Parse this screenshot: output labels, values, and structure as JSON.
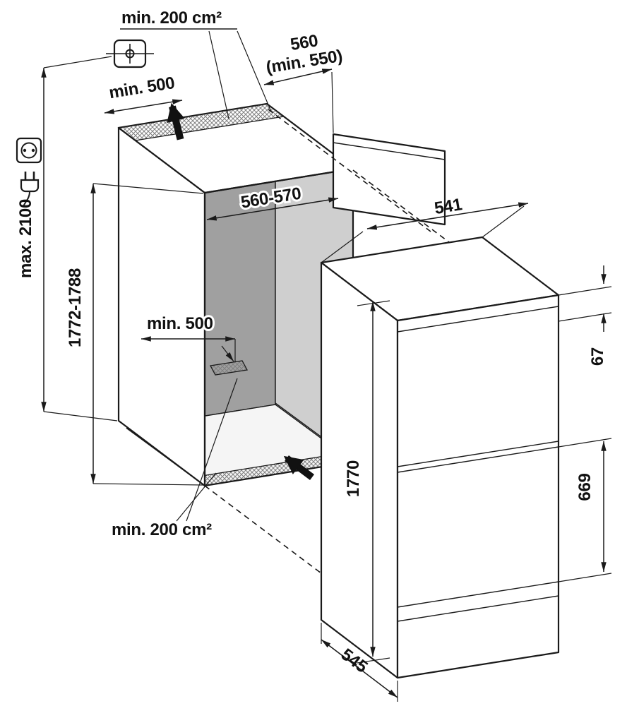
{
  "diagram": {
    "vent_labels": {
      "top": "min. 200 cm²",
      "bottom": "min. 200 cm²"
    },
    "dimensions": {
      "max_installation_height": "max. 2100",
      "niche_height": "1772-1788",
      "niche_width": "560-570",
      "furniture_depth": "560",
      "furniture_depth_min": "(min. 550)",
      "top_air_duct": "min. 500",
      "base_air_duct": "min. 500",
      "appliance_width": "541",
      "appliance_height": "1770",
      "appliance_depth": "545",
      "upper_section": "67",
      "lower_door": "669"
    },
    "icons": {
      "junction_box": "ceiling-outlet-symbol",
      "socket": "earthed-socket-symbol",
      "plug": "mains-plug-symbol"
    },
    "colors": {
      "line": "#1a1a1a",
      "niche_back_wall": "#a0a0a0",
      "niche_side_wall": "#cfcfcf",
      "niche_ceiling": "#e8e8e8",
      "niche_floor": "#f5f5f5"
    }
  }
}
